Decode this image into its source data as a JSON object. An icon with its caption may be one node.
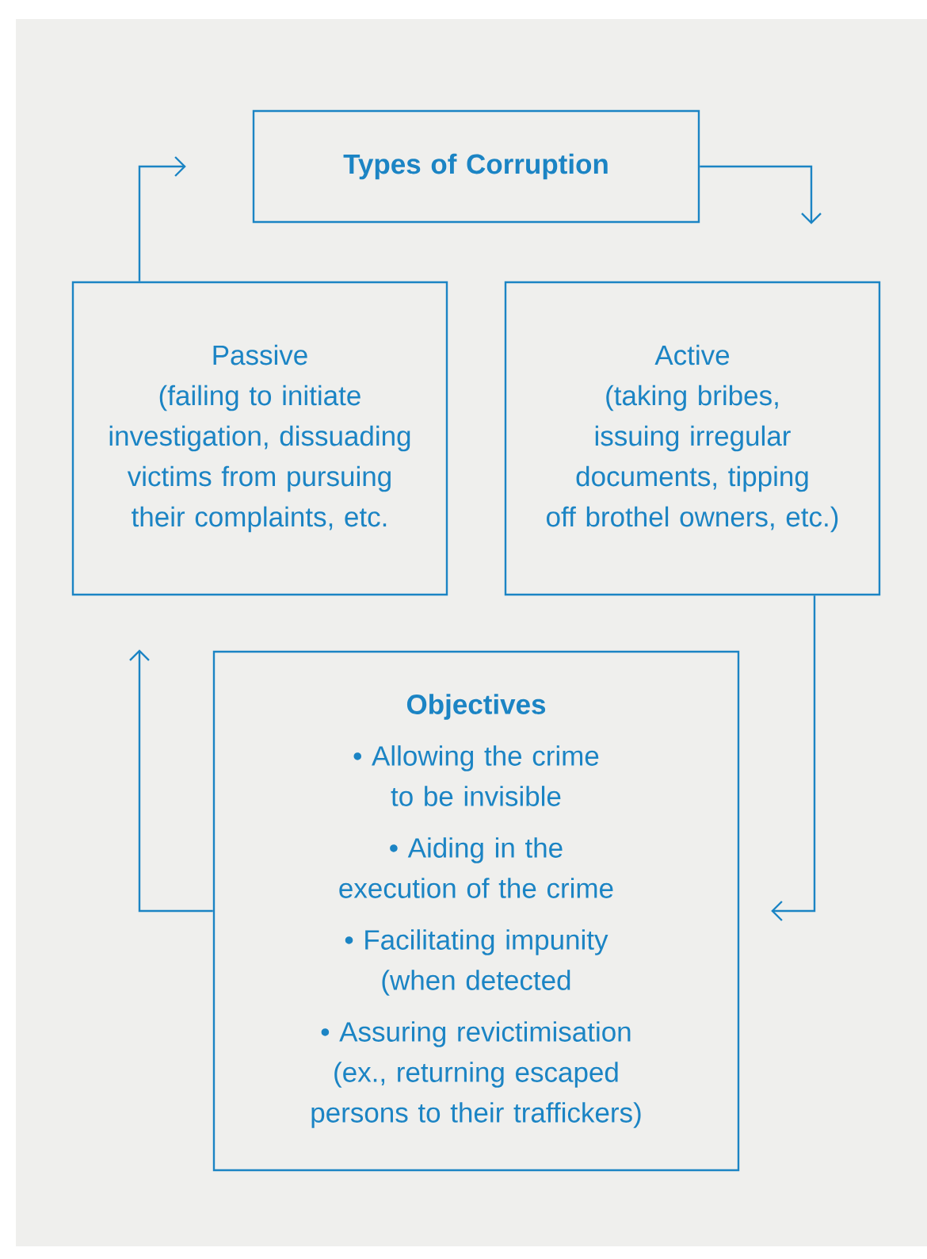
{
  "diagram": {
    "nodes": [
      {
        "text": [
          "Types of Corruption"
        ]
      },
      {
        "text": [
          "Passive",
          "(failing to initiate investigation, dissuading victims from pursuing their complaints, etc."
        ]
      },
      {
        "text": [
          "Active",
          "(taking bribes, issuing irregular documents, tipping off brothel owners, etc.)"
        ]
      },
      {
        "text": [
          "Objectives",
          "• Allowing the crime to be invisible",
          "• Aiding in the execution of the crime",
          "• Facilitating impunity (when detected",
          "• Assuring revictimisation (ex., returning escaped persons to their traffickers)"
        ]
      }
    ],
    "edges": [
      {
        "from": 0,
        "to": 2,
        "arrow": "to"
      },
      {
        "from": 1,
        "to": 0,
        "arrow": "to"
      },
      {
        "from": 2,
        "to": 3,
        "arrow": "to"
      },
      {
        "from": 3,
        "to": 1,
        "arrow": "to"
      }
    ]
  }
}
